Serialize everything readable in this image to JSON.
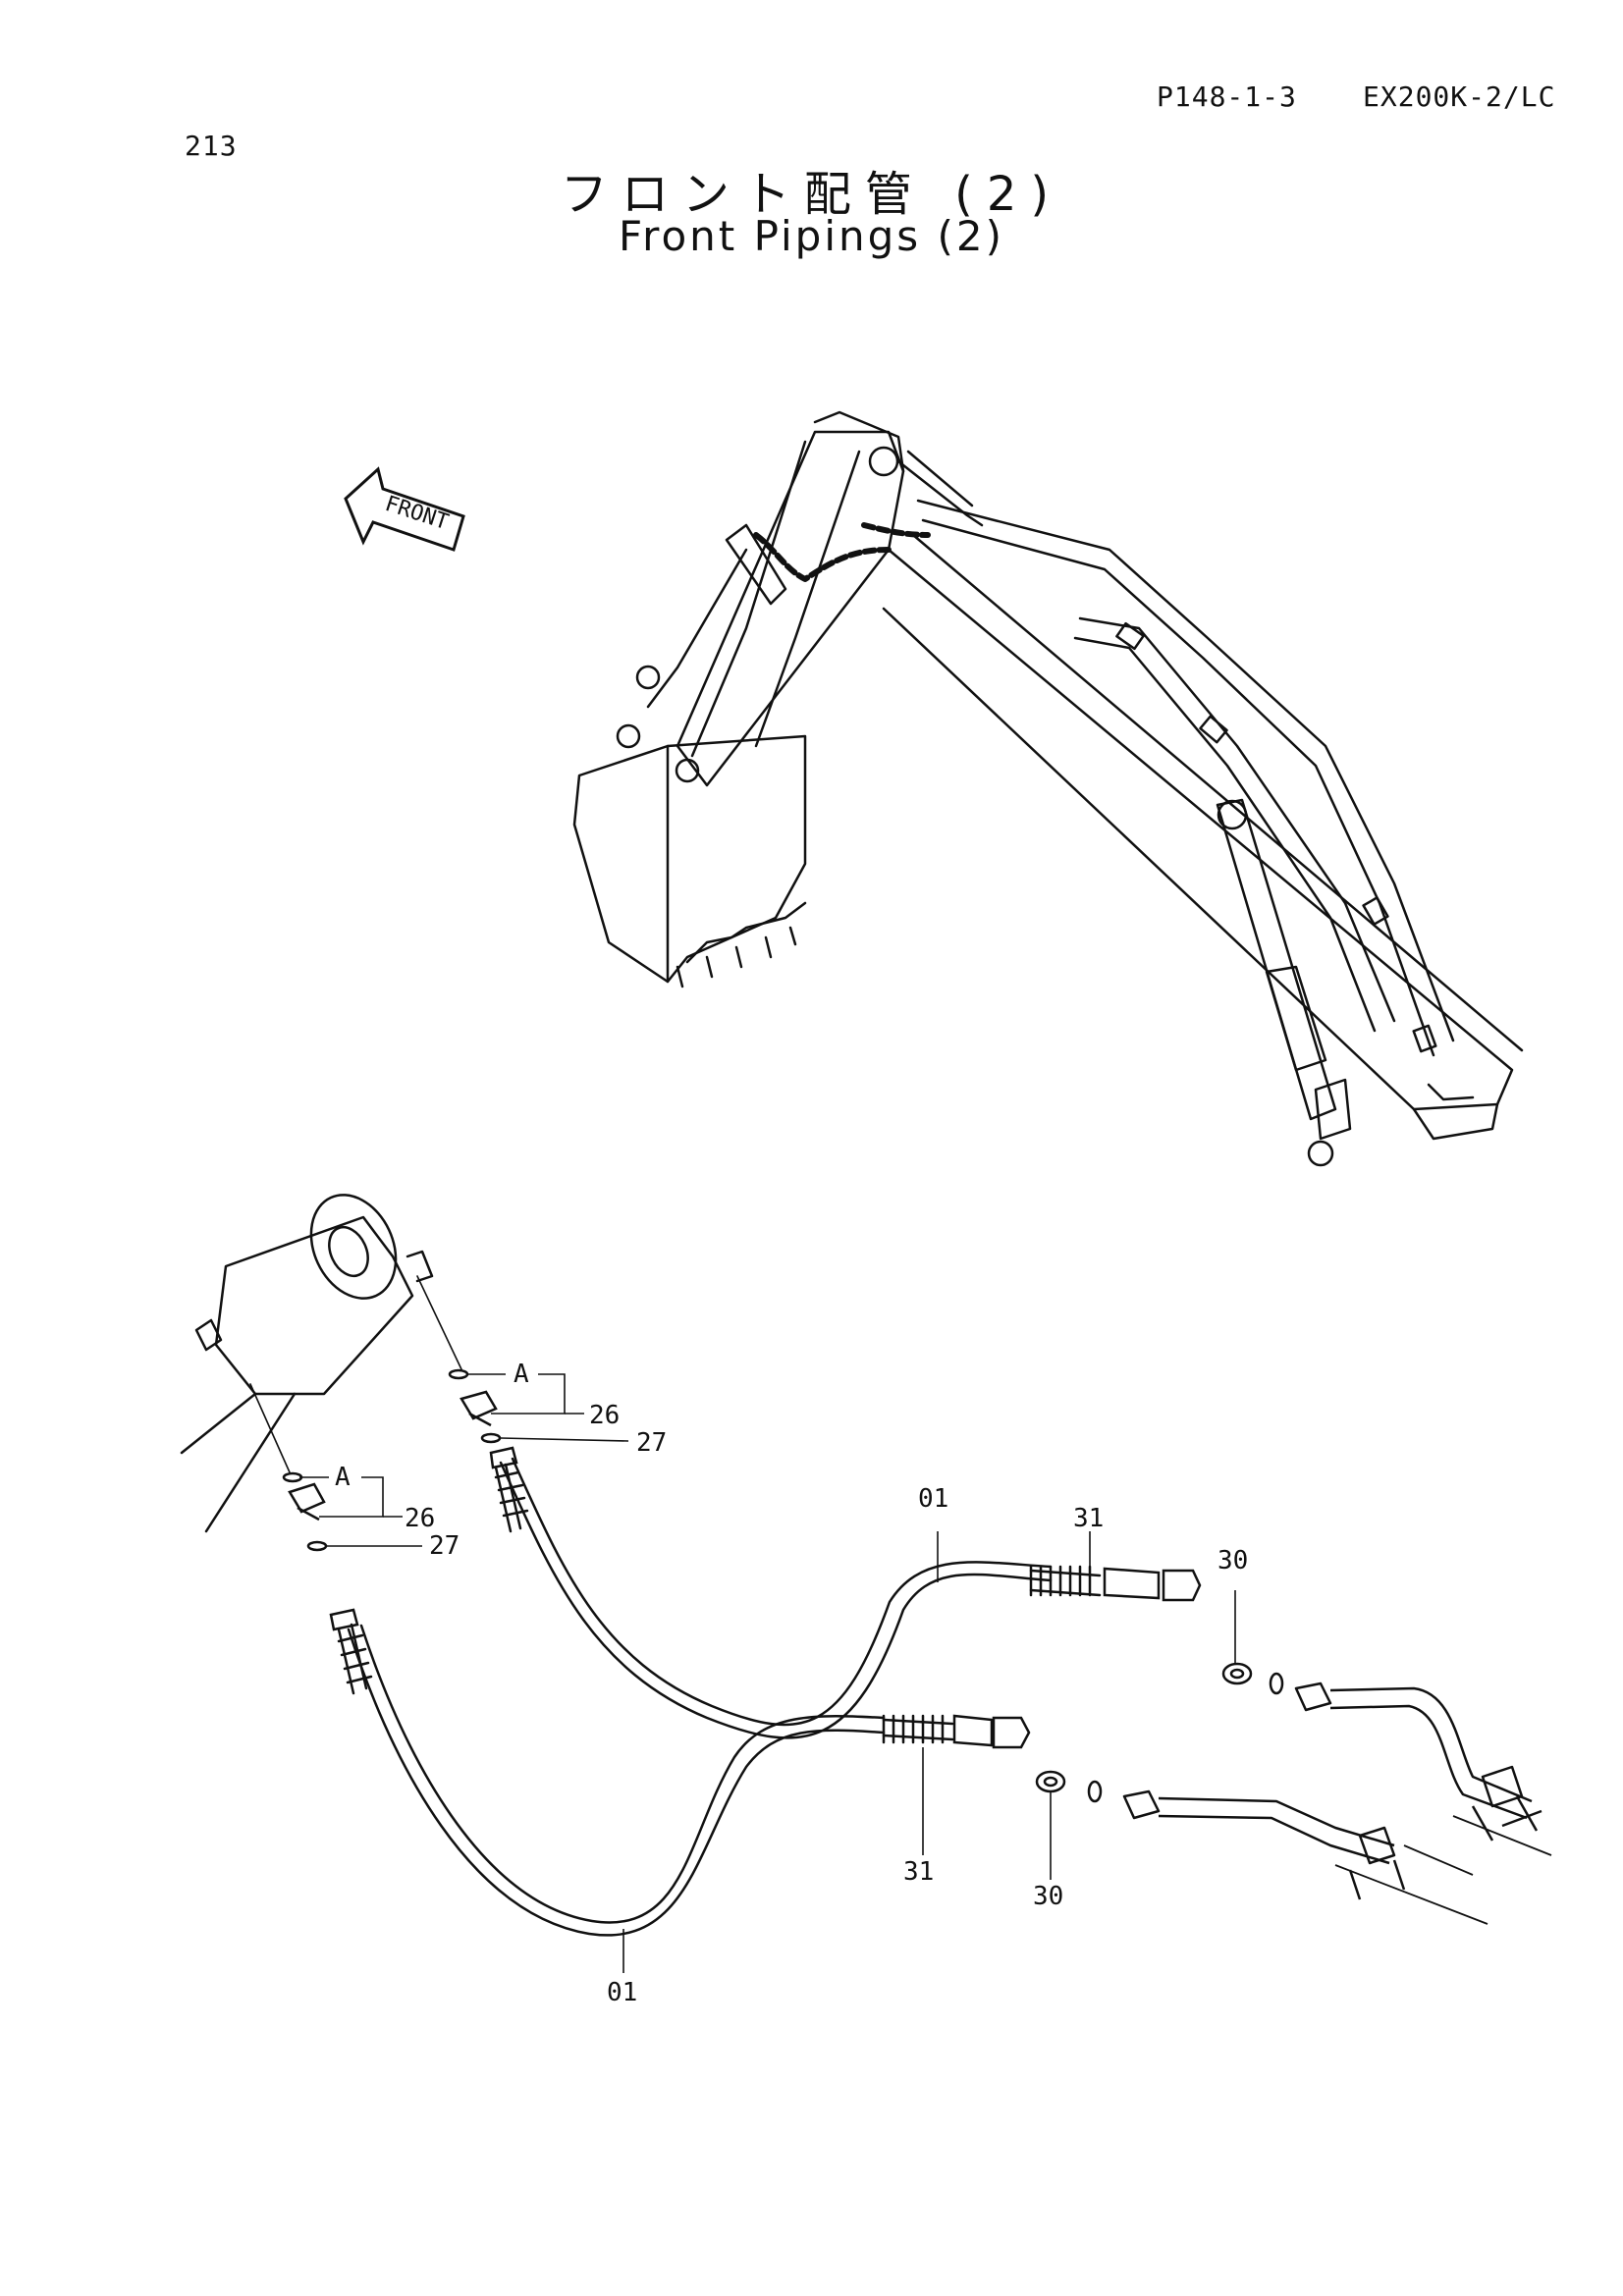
{
  "header": {
    "page_number": "213",
    "catalog_ref": "P148-1-3",
    "model": "EX200K-2/LC"
  },
  "title": {
    "japanese": "フロント配管 (2)",
    "english": "Front Pipings (2)"
  },
  "direction_marker": {
    "label": "FRONT"
  },
  "callouts": {
    "detail_a": "A",
    "part_26": "26",
    "part_27": "27",
    "part_01": "01",
    "part_31": "31",
    "part_30": "30"
  }
}
